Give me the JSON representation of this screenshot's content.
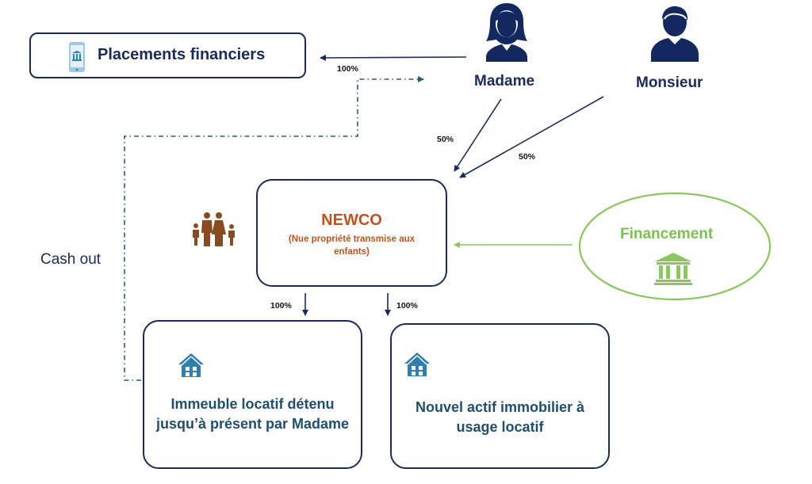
{
  "placements": {
    "label": "Placements financiers",
    "icon": "phone-bank-icon"
  },
  "persons": {
    "madame": {
      "label": "Madame",
      "icon": "woman-icon"
    },
    "monsieur": {
      "label": "Monsieur",
      "icon": "man-icon"
    }
  },
  "newco": {
    "title": "NEWCO",
    "subtitle": "(Nue propriété transmise aux enfants)",
    "icon": "family-icon"
  },
  "financement": {
    "label": "Financement",
    "icon": "bank-building-icon"
  },
  "assets": [
    {
      "label": "Immeuble locatif détenu jusqu’à présent par Madame",
      "icon": "house-icon"
    },
    {
      "label": "Nouvel actif immobilier à usage locatif",
      "icon": "house-icon"
    }
  ],
  "percentages": {
    "to_placements": "100%",
    "madame_share": "50%",
    "monsieur_share": "50%",
    "to_asset_1": "100%",
    "to_asset_2": "100%"
  },
  "cash_out_label": "Cash out",
  "colors": {
    "navy": "#1b2a57",
    "teal": "#1f4e6e",
    "orange": "#c0531c",
    "green": "#7cc14e",
    "brown": "#8a4a1f",
    "icon_blue": "#2e7fb0"
  }
}
